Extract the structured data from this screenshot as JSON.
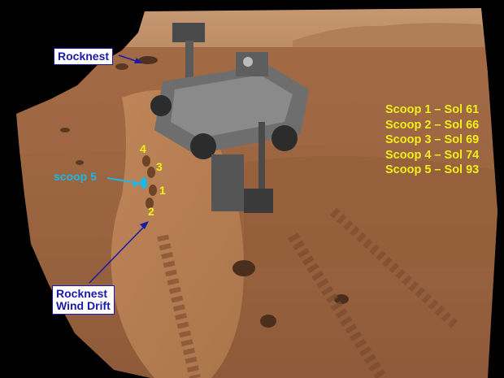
{
  "labels": {
    "rocknest": "Rocknest",
    "wind_drift_line1": "Rocknest",
    "wind_drift_line2": "Wind Drift",
    "scoop5": "scoop 5"
  },
  "scoop_numbers": [
    "4",
    "3",
    "1",
    "2"
  ],
  "legend": [
    "Scoop 1 – Sol 61",
    "Scoop 2 – Sol 66",
    "Scoop 3 – Sol 69",
    "Scoop 4 – Sol 74",
    "Scoop 5 – Sol 93"
  ],
  "colors": {
    "label_text": "#1a1aa8",
    "label_bg": "#ffffff",
    "annotation_yellow": "#f2ee1a",
    "annotation_cyan": "#1ab8e8",
    "terrain": "#a8704a"
  }
}
